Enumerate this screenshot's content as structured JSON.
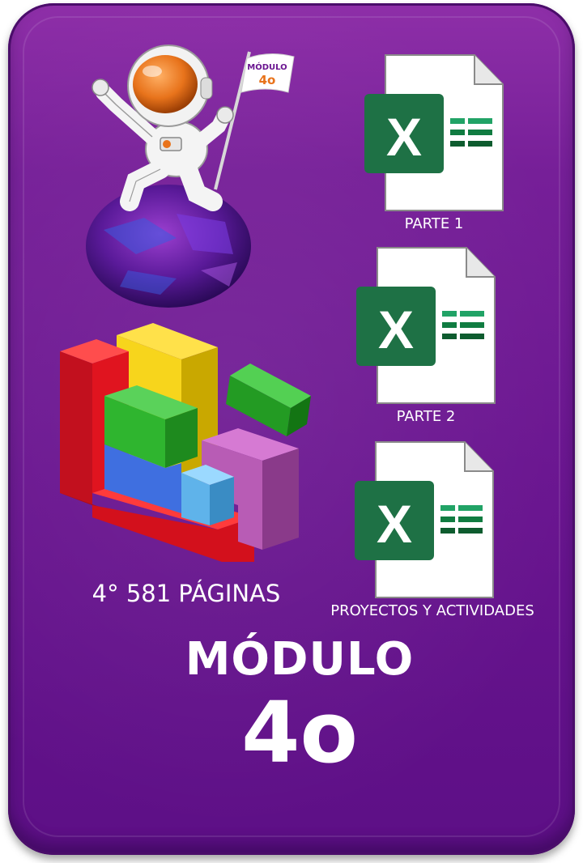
{
  "flag": {
    "line1": "MÓDULO",
    "line2": "4o"
  },
  "files": [
    {
      "label": "PARTE 1",
      "icon": "excel-file-icon"
    },
    {
      "label": "PARTE 2",
      "icon": "excel-file-icon"
    },
    {
      "label": "PROYECTOS Y ACTIVIDADES",
      "icon": "excel-file-icon"
    }
  ],
  "excel_letter": "X",
  "pages_text": "4° 581 PÁGINAS",
  "module": {
    "title": "MÓDULO",
    "number": "4o"
  },
  "colors": {
    "background": "#6a1590",
    "excel_green": "#1e7145",
    "excel_light": "#21a366",
    "text": "#ffffff"
  }
}
